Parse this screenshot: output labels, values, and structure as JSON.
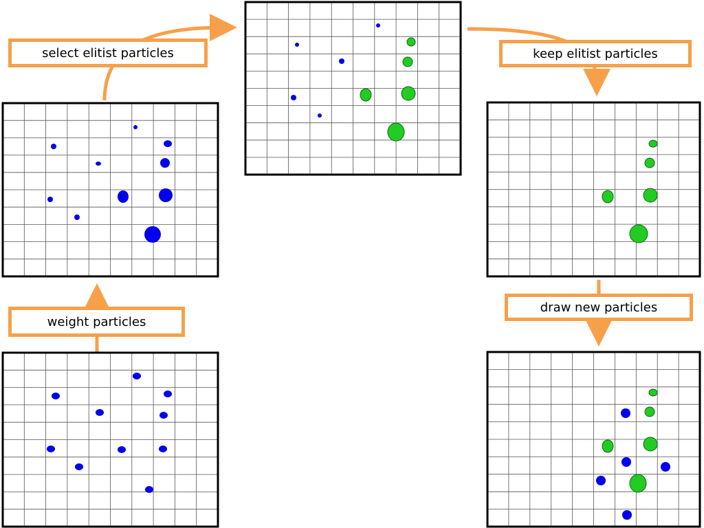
{
  "steps": {
    "weight": "weight particles",
    "select": "select elitist particles",
    "keep": "keep elitist particles",
    "draw": "draw new particles"
  },
  "colors": {
    "arrow": "#f7a04a",
    "particle": "#0000ee",
    "elitist": "#22cc22",
    "grid": "#555555",
    "frame": "#000000"
  },
  "grid": {
    "columns": 10,
    "rows": 10
  }
}
